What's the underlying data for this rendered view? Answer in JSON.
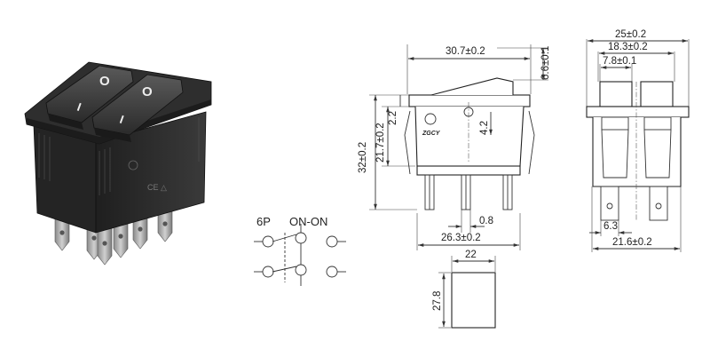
{
  "photo": {
    "rocker_symbol_off": "O",
    "rocker_symbol_on": "I"
  },
  "schematic": {
    "poles": "6P",
    "mode": "ON-ON"
  },
  "front_view": {
    "width": "30.7±0.2",
    "rocker_height": "6.6±0.1",
    "overall_height": "32±0.2",
    "body_height": "21.7±0.2",
    "step": "2.2",
    "hole_offset": "4.2",
    "terminal_thickness": "0.8",
    "terminal_span": "26.3±0.2",
    "logo_text": "ZGCY"
  },
  "side_view": {
    "width": "25±0.2",
    "rocker_width": "18.3±0.2",
    "rocker_gap": "7.8±0.1",
    "terminal_width": "6.3",
    "base_width": "21.6±0.2"
  },
  "cutout": {
    "width": "22",
    "height": "27.8"
  },
  "colors": {
    "housing": "#2b2b2b",
    "line": "#333333"
  }
}
